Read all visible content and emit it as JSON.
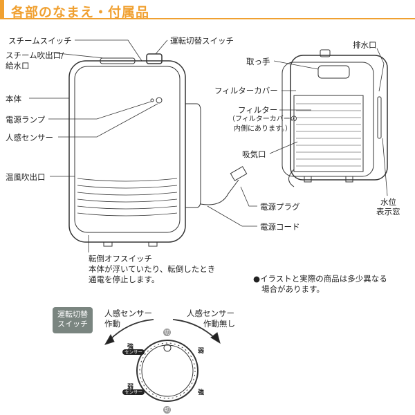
{
  "header": {
    "title": "各部のなまえ・付属品"
  },
  "front_labels": {
    "steam_switch": "スチームスイッチ",
    "steam_outlet": "スチーム吹出口/",
    "water_inlet": "給水口",
    "mode_switch": "運転切替スイッチ",
    "body": "本体",
    "power_lamp": "電源ランプ",
    "motion_sensor": "人感センサー",
    "warm_air_outlet": "温風吹出口",
    "power_plug": "電源プラグ",
    "power_cord": "電源コード",
    "tip_switch": "転倒オフスイッチ",
    "tip_switch_desc_1": "本体が浮いていたり、転倒したとき",
    "tip_switch_desc_2": "通電を停止します。"
  },
  "back_labels": {
    "drain": "排水口",
    "handle": "取っ手",
    "filter_cover": "フィルターカバー",
    "filter": "フィルター",
    "filter_note_1": "（フィルターカバーの",
    "filter_note_2": "内側にあります。）",
    "intake": "吸気口",
    "water_level_1": "水位",
    "water_level_2": "表示窓"
  },
  "note": {
    "line1": "●イラストと実際の商品は多少異なる",
    "line2": "場合があります。"
  },
  "dial": {
    "badge_1": "運転切替",
    "badge_2": "スイッチ",
    "left_arrow_1": "人感センサー",
    "left_arrow_2": "作動",
    "right_arrow_1": "人感センサー",
    "right_arrow_2": "作動無し",
    "off_top": "切",
    "off_bottom": "切",
    "strong_sensor": "強",
    "strong_sensor_tag": "センサー",
    "weak_sensor": "弱",
    "weak_sensor_tag": "センサー",
    "weak": "弱",
    "strong": "強"
  },
  "colors": {
    "accent": "#f0a030",
    "badge": "#7a8580"
  }
}
